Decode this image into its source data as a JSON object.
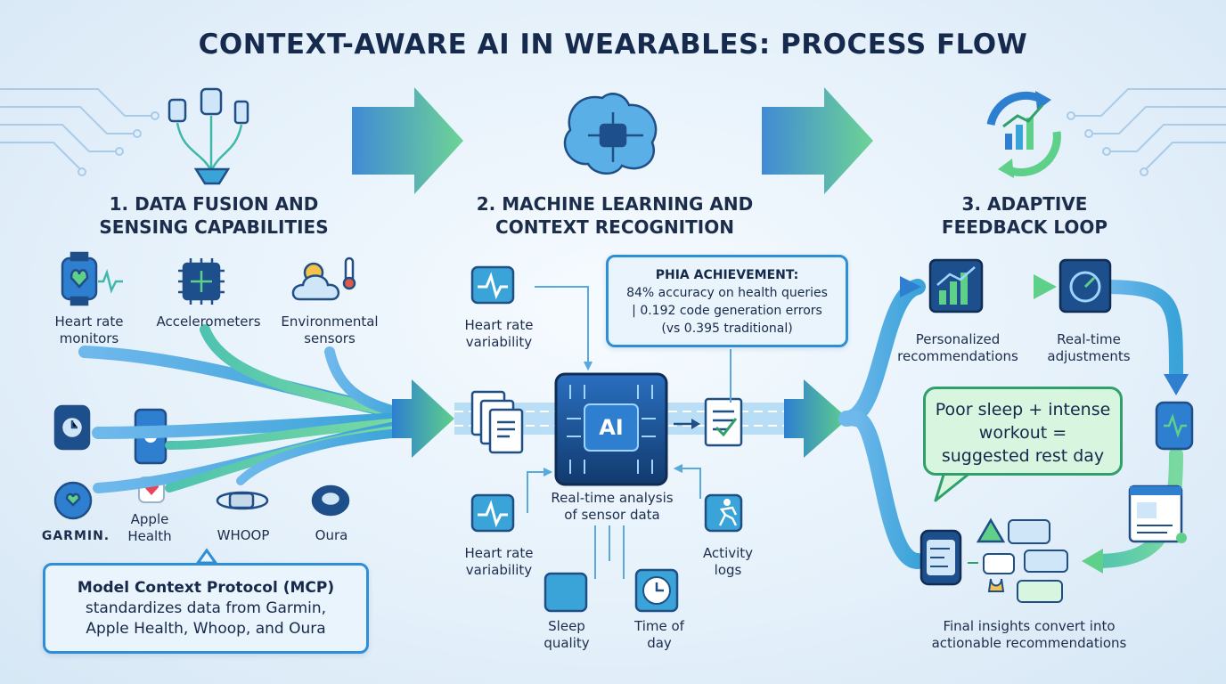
{
  "title": "CONTEXT-AWARE AI IN WEARABLES: PROCESS FLOW",
  "steps": {
    "step1": {
      "line1": "1. DATA FUSION AND",
      "line2": "SENSING CAPABILITIES"
    },
    "step2": {
      "line1": "2. MACHINE LEARNING AND",
      "line2": "CONTEXT RECOGNITION"
    },
    "step3": {
      "line1": "3. ADAPTIVE",
      "line2": "FEEDBACK LOOP"
    }
  },
  "sensors": {
    "heart_rate": {
      "line1": "Heart rate",
      "line2": "monitors"
    },
    "accelerometers": "Accelerometers",
    "environmental": {
      "line1": "Environmental",
      "line2": "sensors"
    }
  },
  "devices": {
    "garmin": "GARMIN.",
    "apple": {
      "line1": "Apple",
      "line2": "Health"
    },
    "whoop": "WHOOP",
    "oura": "Oura"
  },
  "mcp_box": {
    "line1": "Model Context Protocol (MCP)",
    "line2": "standardizes data from Garmin,",
    "line3": "Apple Health, Whoop, and Oura"
  },
  "ml": {
    "hrv_top": {
      "line1": "Heart rate",
      "line2": "variability"
    },
    "hrv_bottom": {
      "line1": "Heart rate",
      "line2": "variability"
    },
    "ai_chip": "AI",
    "analysis": {
      "line1": "Real-time analysis",
      "line2": "of sensor data"
    },
    "activity": {
      "line1": "Activity",
      "line2": "logs"
    },
    "sleep": {
      "line1": "Sleep",
      "line2": "quality"
    },
    "time": {
      "line1": "Time of",
      "line2": "day"
    }
  },
  "phia": {
    "heading": "PHIA ACHIEVEMENT:",
    "line1": "84% accuracy on health queries",
    "line2": "| 0.192 code generation errors",
    "line3": "(vs 0.395 traditional)"
  },
  "feedback": {
    "personalized": {
      "line1": "Personalized",
      "line2": "recommendations"
    },
    "realtime": {
      "line1": "Real-time",
      "line2": "adjustments"
    },
    "bubble": {
      "line1": "Poor sleep + intense",
      "line2": "workout =",
      "line3": "suggested rest day"
    },
    "final": {
      "line1": "Final insights convert into",
      "line2": "actionable recommendations"
    }
  },
  "colors": {
    "navy": "#162a4d",
    "blue": "#2f8fd6",
    "teal": "#3fb8a8",
    "green": "#5fd08a",
    "chip": "#1d4f8c"
  }
}
